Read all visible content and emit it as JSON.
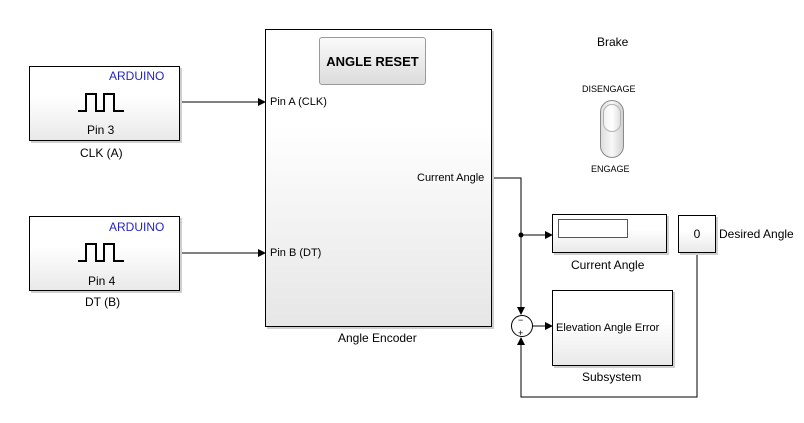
{
  "blocks": {
    "arduino_clk": {
      "header": "ARDUINO",
      "pin": "Pin 3",
      "caption": "CLK (A)"
    },
    "arduino_dt": {
      "header": "ARDUINO",
      "pin": "Pin 4",
      "caption": "DT (B)"
    },
    "encoder": {
      "button_label": "ANGLE RESET",
      "port_a": "Pin A (CLK)",
      "port_b": "Pin B (DT)",
      "output": "Current Angle",
      "caption": "Angle Encoder"
    },
    "brake": {
      "title": "Brake",
      "top_label": "DISENGAGE",
      "bottom_label": "ENGAGE"
    },
    "current_angle_display": {
      "caption": "Current Angle"
    },
    "desired_angle": {
      "value": "0",
      "caption": "Desired Angle"
    },
    "subsystem": {
      "inner": "Elevation Angle Error",
      "caption": "Subsystem"
    },
    "sum": {
      "minus": "−",
      "plus": "+"
    }
  },
  "colors": {
    "arduino_header": "#2424c8",
    "line": "#000000"
  }
}
